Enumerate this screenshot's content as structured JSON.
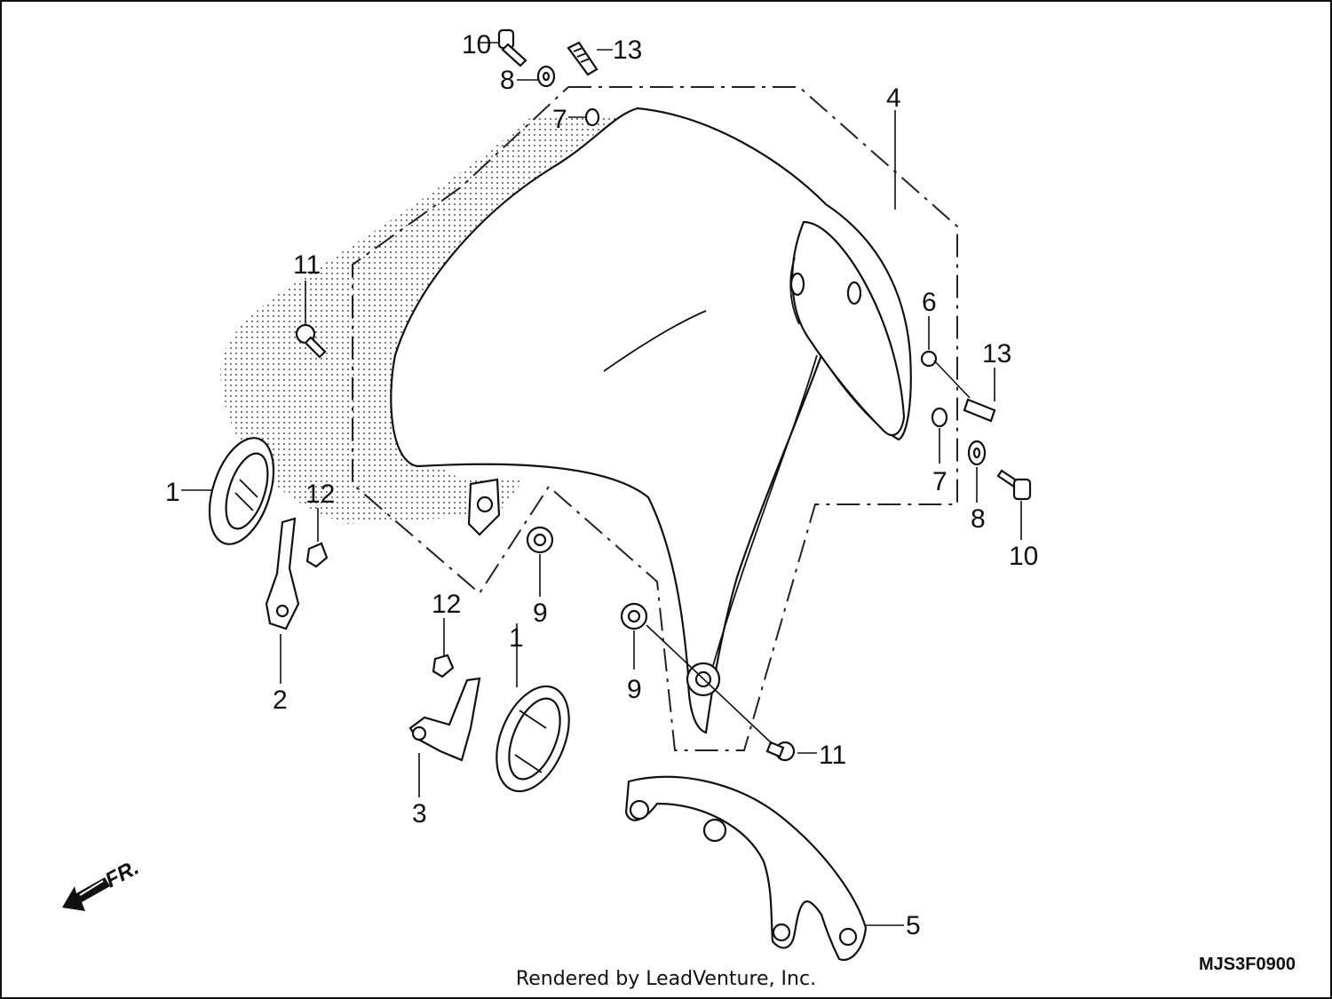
{
  "diagram": {
    "callouts": [
      {
        "id": "c1a",
        "text": "1"
      },
      {
        "id": "c1b",
        "text": "1"
      },
      {
        "id": "c2",
        "text": "2"
      },
      {
        "id": "c3",
        "text": "3"
      },
      {
        "id": "c4",
        "text": "4"
      },
      {
        "id": "c5",
        "text": "5"
      },
      {
        "id": "c6",
        "text": "6"
      },
      {
        "id": "c7a",
        "text": "7"
      },
      {
        "id": "c7b",
        "text": "7"
      },
      {
        "id": "c8a",
        "text": "8"
      },
      {
        "id": "c8b",
        "text": "8"
      },
      {
        "id": "c9a",
        "text": "9"
      },
      {
        "id": "c9b",
        "text": "9"
      },
      {
        "id": "c10a",
        "text": "10"
      },
      {
        "id": "c10b",
        "text": "10"
      },
      {
        "id": "c11a",
        "text": "11"
      },
      {
        "id": "c11b",
        "text": "11"
      },
      {
        "id": "c12a",
        "text": "12"
      },
      {
        "id": "c12b",
        "text": "12"
      },
      {
        "id": "c13a",
        "text": "13"
      },
      {
        "id": "c13b",
        "text": "13"
      }
    ],
    "direction_label": "FR.",
    "diagram_code": "MJS3F0900",
    "credit": "Rendered by LeadVenture, Inc."
  }
}
